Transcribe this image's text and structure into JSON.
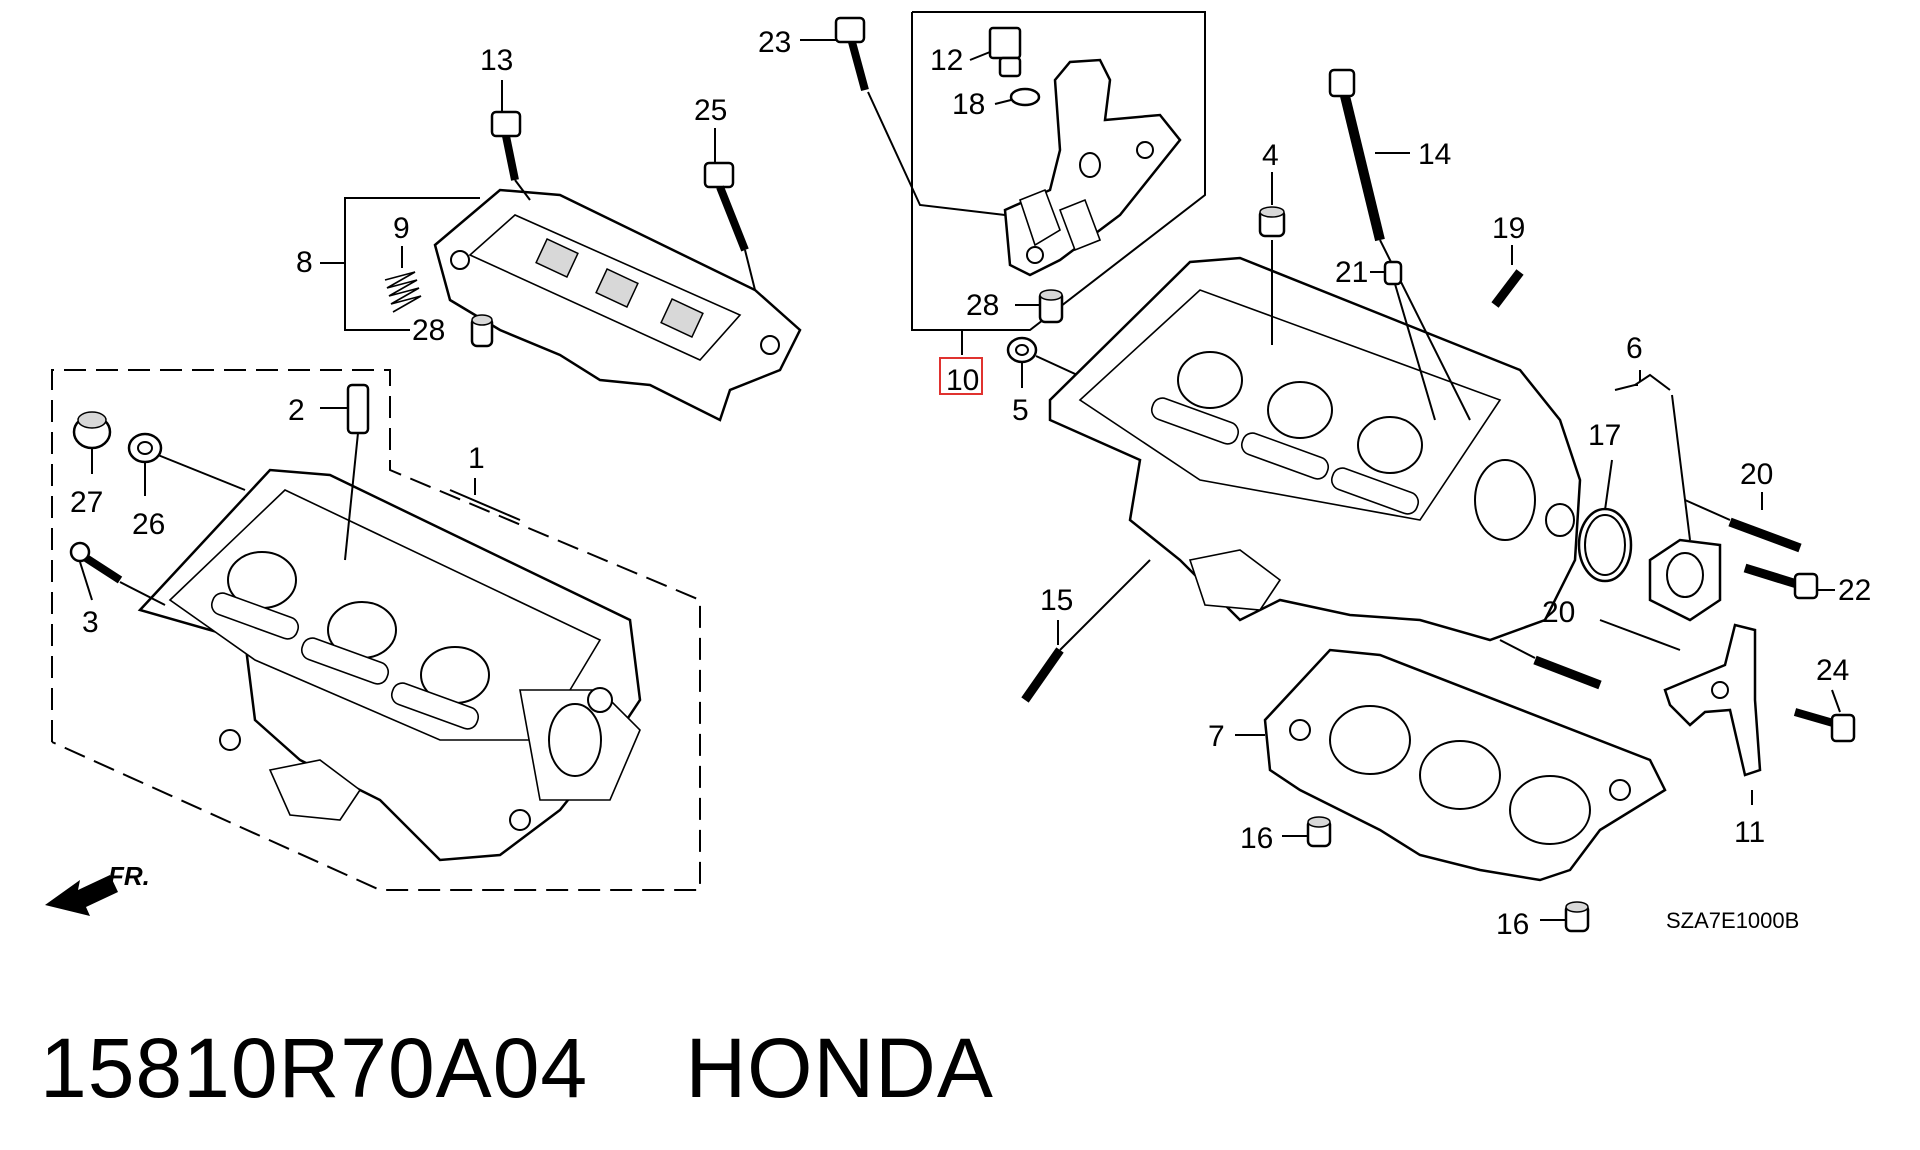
{
  "diagram": {
    "callouts": {
      "n1": "1",
      "n2": "2",
      "n3": "3",
      "n4": "4",
      "n5": "5",
      "n6": "6",
      "n7": "7",
      "n8": "8",
      "n9": "9",
      "n10": "10",
      "n11": "11",
      "n12": "12",
      "n13": "13",
      "n14": "14",
      "n15": "15",
      "n16a": "16",
      "n16b": "16",
      "n17": "17",
      "n18": "18",
      "n19": "19",
      "n20a": "20",
      "n20b": "20",
      "n21": "21",
      "n22": "22",
      "n23": "23",
      "n24": "24",
      "n25": "25",
      "n26": "26",
      "n27": "27",
      "n28a": "28",
      "n28b": "28"
    },
    "direction_label": "FR.",
    "diagram_code": "SZA7E1000B",
    "highlight_color": "#e0322f"
  },
  "footer": {
    "part_number": "15810R70A04",
    "brand": "HONDA"
  }
}
